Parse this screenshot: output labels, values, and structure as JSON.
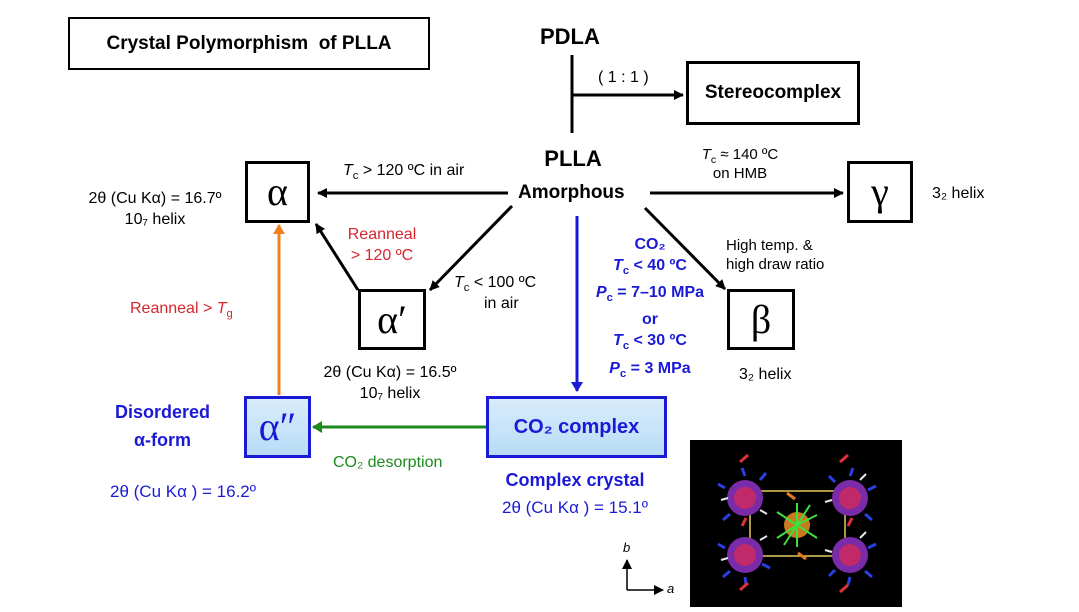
{
  "title": "Crystal Polymorphism  of PLLA",
  "nodes": {
    "pdla": "PDLA",
    "stereocomplex": "Stereocomplex",
    "plla": "PLLA",
    "amorphous": "Amorphous",
    "alpha": "α",
    "alpha_prime": "α′",
    "alpha_double_prime": "α″",
    "gamma": "γ",
    "beta": "β",
    "co2_complex": "CO₂ complex"
  },
  "edges": {
    "pdla_ratio": "( 1 : 1 )",
    "to_alpha": {
      "sym": "T",
      "sub": "c",
      "rest": " > 120 ºC in air"
    },
    "to_gamma_line1": {
      "sym": "T",
      "sub": "c",
      "rest": " ≈ 140 ºC"
    },
    "to_gamma_line2": "on HMB",
    "to_beta_line1": "High temp. &",
    "to_beta_line2": "high draw ratio",
    "to_alpha_prime_line1": {
      "sym": "T",
      "sub": "c",
      "rest": " < 100 ºC"
    },
    "to_alpha_prime_line2": "in air",
    "reanneal_120_line1": "Reanneal",
    "reanneal_120_line2": "> 120 ºC",
    "reanneal_tg": {
      "text": "Reanneal > ",
      "sym": "T",
      "sub": "g"
    },
    "co2_desorption": "CO₂ desorption",
    "co2_conditions": {
      "line1": "CO₂",
      "line2": {
        "sym": "T",
        "sub": "c",
        "rest": " < 40 ºC"
      },
      "line3": {
        "sym": "P",
        "sub": "c",
        "rest": " = 7–10 MPa"
      },
      "line4": "or",
      "line5": {
        "sym": "T",
        "sub": "c",
        "rest": " < 30 ºC"
      },
      "line6": {
        "sym": "P",
        "sub": "c",
        "rest": " = 3 MPa"
      }
    }
  },
  "annotations": {
    "alpha_2theta": "2θ (Cu Kα) = 16.7º",
    "alpha_helix": "10₇ helix",
    "alpha_prime_2theta": "2θ (Cu Kα) = 16.5º",
    "alpha_prime_helix": "10₇ helix",
    "gamma_helix": "3₂ helix",
    "beta_helix": "3₂ helix",
    "disordered_line1": "Disordered",
    "disordered_line2": "α-form",
    "alpha_dp_2theta": "2θ (Cu Kα ) = 16.2º",
    "complex_crystal": "Complex crystal",
    "complex_2theta": "2θ (Cu Kα ) = 15.1º"
  },
  "axes": {
    "b": "b",
    "a": "a"
  },
  "colors": {
    "black": "#000000",
    "red": "#d6262e",
    "blue": "#1a1ad6",
    "green": "#1e8a1e",
    "orange": "#f07f1e",
    "box_fill": "#c8e4f9"
  }
}
